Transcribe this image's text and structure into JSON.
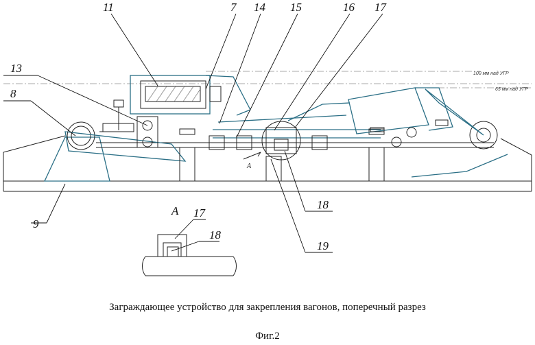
{
  "labels": {
    "l11": "11",
    "l7": "7",
    "l14": "14",
    "l15": "15",
    "l16": "16",
    "l17": "17",
    "l13": "13",
    "l8": "8",
    "l9": "9",
    "l18": "18",
    "l19": "19",
    "sectionA_small": "А",
    "detail_title": "А",
    "detail_17": "17",
    "detail_18": "18"
  },
  "notes": {
    "level_100": "100 мм над УГР",
    "level_65": "65 мм над УГР"
  },
  "caption": "Заграждающее устройство для закрепления вагонов, поперечный разрез",
  "figure": "Фиг.2"
}
